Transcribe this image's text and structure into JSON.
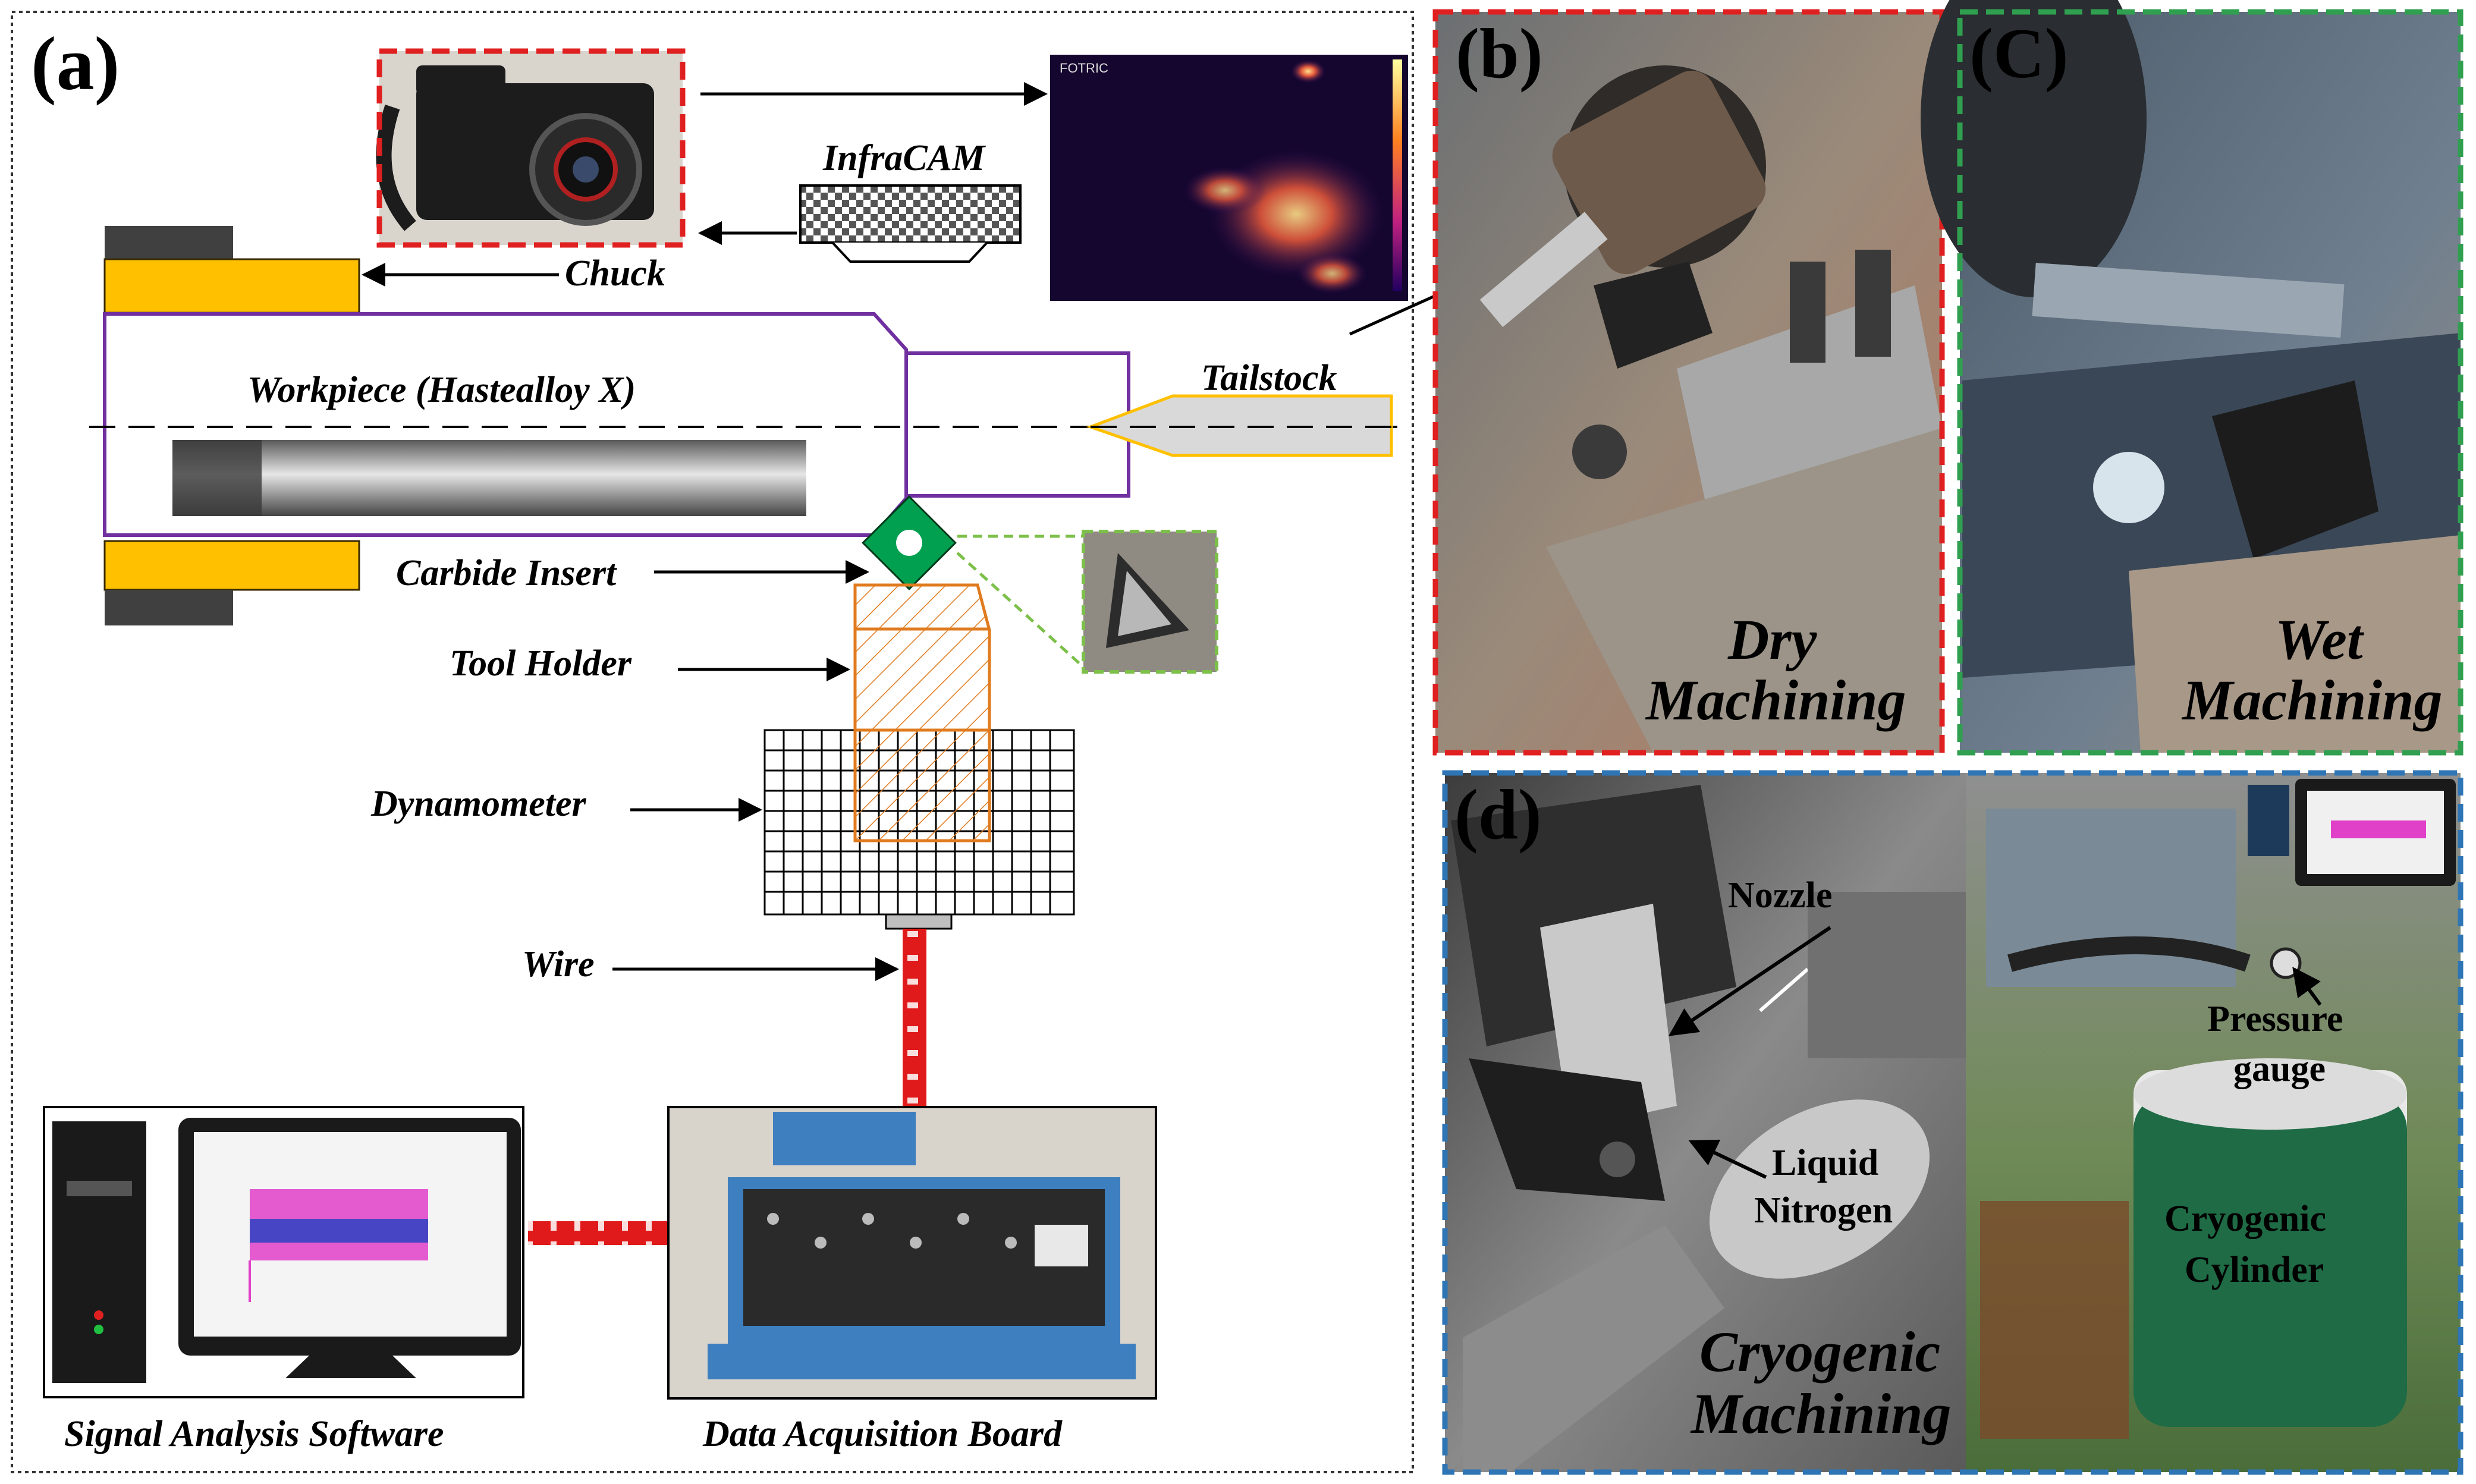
{
  "panels": {
    "a": {
      "label": "(a)",
      "infracam_label": "InfraCAM",
      "chuck_label": "Chuck",
      "workpiece_label": "Workpiece (Hastealloy X)",
      "tailstock_label": "Tailstock",
      "carbide_insert_label": "Carbide Insert",
      "tool_holder_label": "Tool Holder",
      "dynamometer_label": "Dynamometer",
      "wire_label": "Wire",
      "signal_software_label": "Signal Analysis Software",
      "daq_board_label": "Data Acquisition Board",
      "thermal_brand": "FOTRIC"
    },
    "b": {
      "label": "(b)",
      "caption_line1": "Dry",
      "caption_line2": "Machining"
    },
    "c": {
      "label": "(C)",
      "caption_line1": "Wet",
      "caption_line2": "Machining"
    },
    "d": {
      "label": "(d)",
      "nozzle_label": "Nozzle",
      "ln2_line1": "Liquid",
      "ln2_line2": "Nitrogen",
      "caption_line1": "Cryogenic",
      "caption_line2": "Machining",
      "pressure_line1": "Pressure",
      "pressure_line2": "gauge",
      "cylinder_line1": "Cryogenic",
      "cylinder_line2": "Cylinder"
    }
  },
  "colors": {
    "yellow": "#ffc000",
    "purple": "#7030a0",
    "orange": "#e07b1f",
    "green": "#00a050",
    "red_dash": "#e02020",
    "green_dash": "#30a050",
    "blue_dash": "#2e75b6",
    "wire_red": "#e01a1a"
  }
}
